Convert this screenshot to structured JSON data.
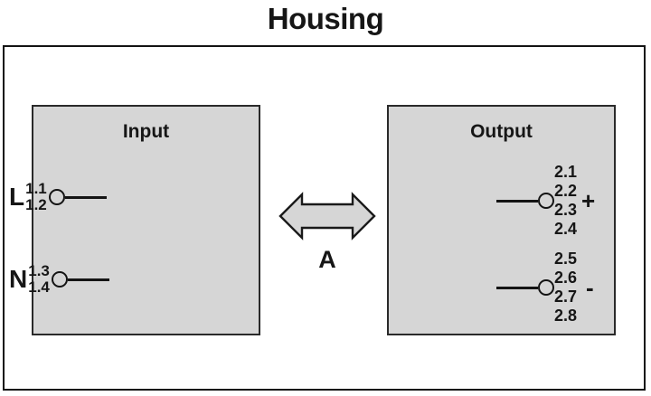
{
  "diagram": {
    "title": "Housing",
    "colors": {
      "block_fill": "#d6d6d6",
      "outline": "#131313",
      "page_background": "#ffffff",
      "text": "#161616"
    },
    "housing": {
      "label": "Housing"
    },
    "input_block": {
      "heading": "Input",
      "terminals": [
        {
          "phase": "L",
          "numbers": [
            "1.1",
            "1.2"
          ],
          "symbol": "terminal-circle",
          "lead": "horizontal-line-right"
        },
        {
          "phase": "N",
          "numbers": [
            "1.3",
            "1.4"
          ],
          "symbol": "terminal-circle",
          "lead": "horizontal-line-right"
        }
      ]
    },
    "output_block": {
      "heading": "Output",
      "terminals": [
        {
          "polarity": "+",
          "numbers": [
            "2.1",
            "2.2",
            "2.3",
            "2.4"
          ],
          "symbol": "terminal-circle",
          "lead": "horizontal-line-left"
        },
        {
          "polarity": "-",
          "numbers": [
            "2.5",
            "2.6",
            "2.7",
            "2.8"
          ],
          "symbol": "terminal-circle",
          "lead": "horizontal-line-left"
        }
      ]
    },
    "connector": {
      "label": "A",
      "icon": "double-headed-arrow"
    }
  }
}
